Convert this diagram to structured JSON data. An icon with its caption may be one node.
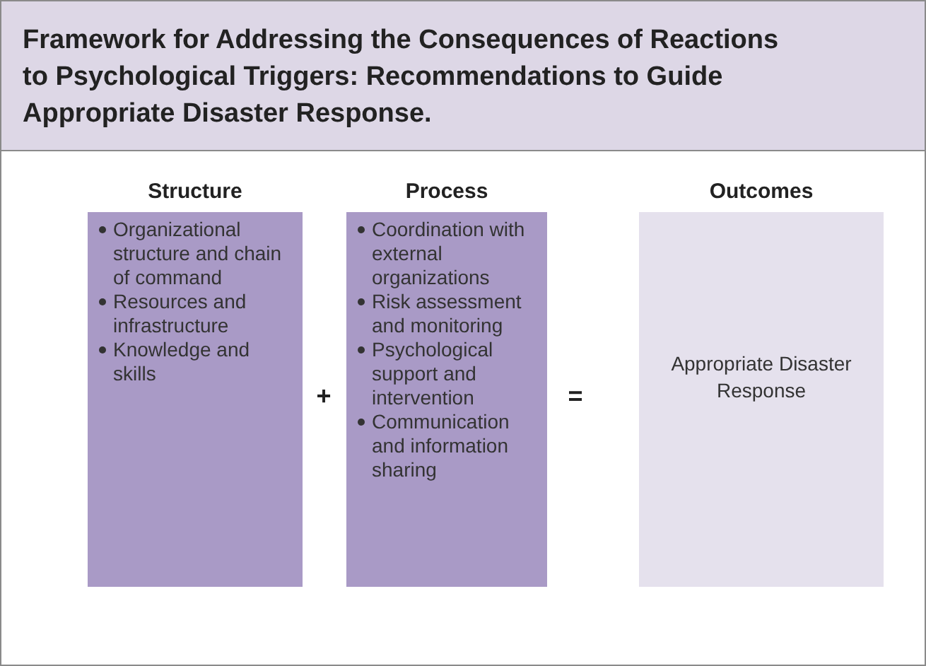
{
  "diagram": {
    "title": "Framework for Addressing the Consequences of Reactions to Psychological Triggers: Recommendations to Guide Appropriate Disaster Response.",
    "nodes": [
      {
        "text": [
          "Structure",
          "Organizational structure and chain of command",
          "Resources and infrastructure",
          "Knowledge and skills"
        ]
      },
      {
        "text": [
          "Process",
          "Coordination with external organizations",
          "Risk assessment and monitoring",
          "Psychological support and intervention",
          "Communication and information sharing"
        ]
      },
      {
        "text": [
          "Outcomes",
          "Appropriate Disaster Response"
        ]
      }
    ],
    "labels": [
      "+",
      "="
    ]
  }
}
